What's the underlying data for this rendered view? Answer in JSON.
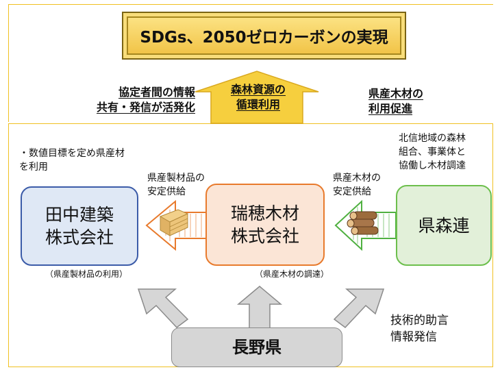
{
  "goal": {
    "title": "SDGs、2050ゼロカーボンの実現"
  },
  "center_arrow": {
    "line1": "森林資源の",
    "line2": "循環利用"
  },
  "left_top": {
    "line1": "協定者間の情報",
    "line2": "共有・発信が活発化"
  },
  "right_top": {
    "line1": "県産木材の",
    "line2": "利用促進"
  },
  "tanaka": {
    "name_line1": "田中建築",
    "name_line2": "株式会社",
    "note_line1": "・数値目標を定め県産材",
    "note_line2": "を利用",
    "sub": "（県産製材品の利用）"
  },
  "mizuho": {
    "name_line1": "瑞穂木材",
    "name_line2": "株式会社",
    "sub": "（県産木材の調達）"
  },
  "kenshinren": {
    "name": "県森連",
    "note_line1": "北信地域の森林",
    "note_line2": "組合、事業体と",
    "note_line3": "協働し木材調達"
  },
  "supply_products": {
    "line1": "県産製材品の",
    "line2": "安定供給"
  },
  "supply_timber": {
    "line1": "県産木材の",
    "line2": "安定供給"
  },
  "nagano": {
    "name": "長野県"
  },
  "support": {
    "line1": "技術的助言",
    "line2": "情報発信"
  },
  "colors": {
    "goal": "#f0c040",
    "arrow_up": "#f6cf3e",
    "tanaka_fill": "#dfe8f5",
    "tanaka_border": "#3b5ba8",
    "mizuho_fill": "#fbe5d6",
    "mizuho_border": "#e87a2c",
    "ken_fill": "#e2f0d9",
    "ken_border": "#6cbf4c",
    "nagano_fill": "#d6d6d6"
  },
  "icons": [
    "arrow-up-icon",
    "arrow-left-icon",
    "lumber-icon",
    "logs-icon",
    "gray-arrow-icon"
  ]
}
